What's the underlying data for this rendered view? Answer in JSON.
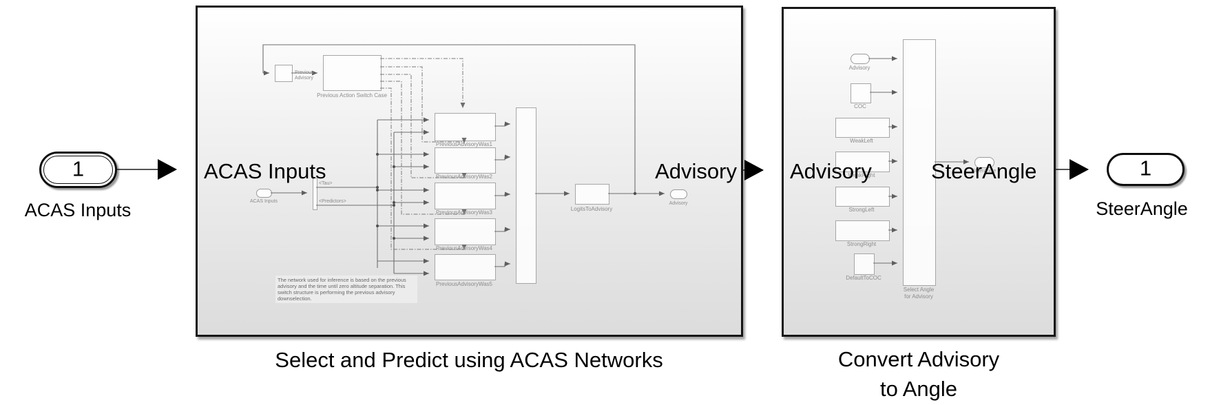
{
  "diagram": {
    "inport": {
      "value": "1",
      "label": "ACAS Inputs"
    },
    "outport": {
      "value": "1",
      "label": "SteerAngle"
    },
    "predict_subsystem": {
      "title": "Select and Predict using ACAS Networks",
      "in_port_label": "ACAS Inputs",
      "out_port_label": "Advisory",
      "inner": {
        "prev_advisory_label": "Previous\nAdvisory",
        "switch_case_label": "Previous Action Switch Case",
        "acas_inport_label": "ACAS Inputs",
        "bus_tau": "<Tau>",
        "bus_predictors": "<Predictors>",
        "networks": [
          {
            "label": "PreviousAdvisoryWas1"
          },
          {
            "label": "PreviousAdvisoryWas2"
          },
          {
            "label": "PreviousAdvisoryWas3"
          },
          {
            "label": "PreviousAdvisoryWas4"
          },
          {
            "label": "PreviousAdvisoryWas5"
          }
        ],
        "logits_label": "LogitsToAdvisory",
        "advisory_outport_label": "Advisory",
        "annotation": "The network used for inference is based on the previous advisory and the time until zero altitude separation. This switch structure is performing the previous advisory downselection."
      }
    },
    "convert_subsystem": {
      "title": "Convert Advisory\nto Angle",
      "in_port_label": "Advisory",
      "out_port_label": "SteerAngle",
      "inner": {
        "advisory_inport_label": "Advisory",
        "coc_label": "COC",
        "weakleft_label": "WeakLeft",
        "weakright_label": "WeakRight",
        "strongleft_label": "StrongLeft",
        "strongright_label": "StrongRight",
        "defaulttococ_label": "DefaultToCOC",
        "select_angle_label": "Select Angle\nfor Advisory",
        "steerangle_outport_label": "SteerAngle"
      }
    },
    "colors": {
      "wire": "#6e6e6e",
      "trigger_wire": "#7a7a7a",
      "block_border": "#a6a6a6",
      "small_label": "#8c8c8c",
      "subsystem_border": "#161616"
    }
  }
}
